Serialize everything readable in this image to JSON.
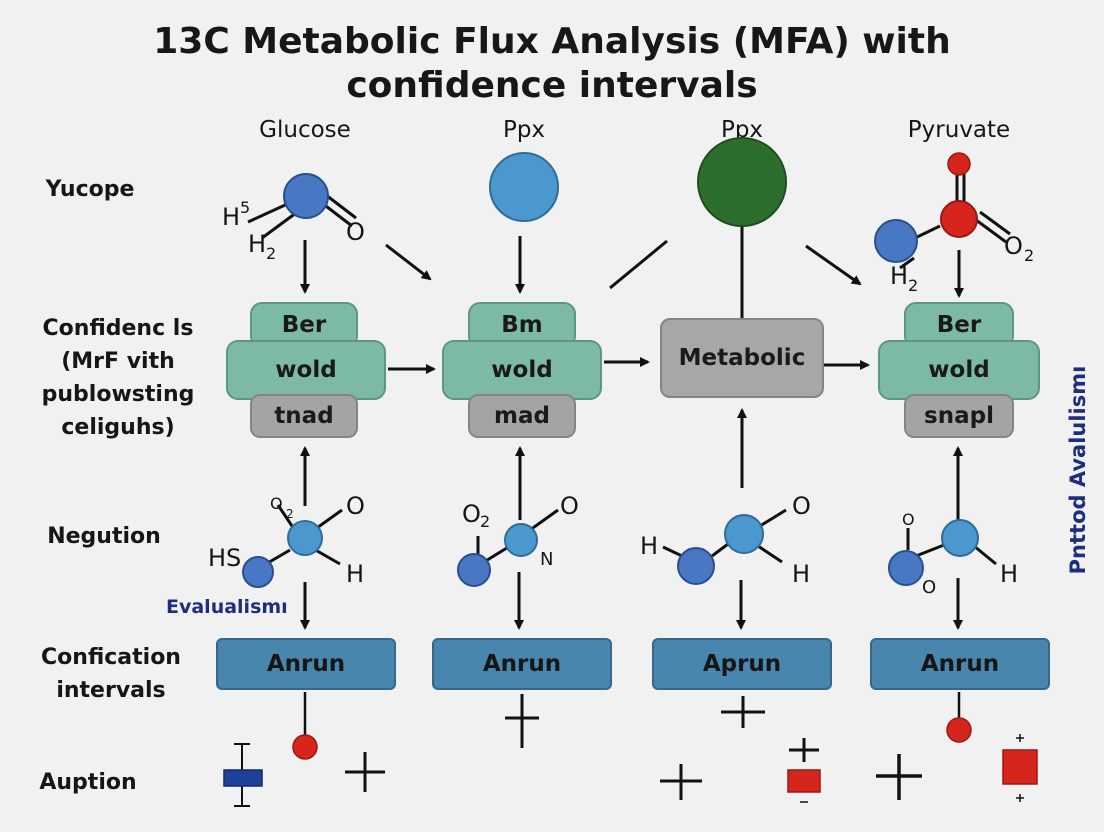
{
  "title": {
    "line1": "13C Metabolic Flux Analysis (MFA) with",
    "line2": "confidence intervals"
  },
  "columns": {
    "c1": "Glucose",
    "c2": "Ppx",
    "c3": "Ppx",
    "c4": "Pyruvate"
  },
  "rows": {
    "r1": "Yucope",
    "r2": "Confidenc ls\n(MrF vith\npublowsting\nceliguhs)",
    "r3": "Negution",
    "r4": "Confication\nintervals",
    "r5": "Auption"
  },
  "stacks": {
    "s1": {
      "top": "Ber",
      "mid": "wold",
      "bot": "tnad"
    },
    "s2": {
      "top": "Bm",
      "mid": "wold",
      "bot": "mad"
    },
    "s3": {
      "main": "Metabolic"
    },
    "s4": {
      "top": "Ber",
      "mid": "wold",
      "bot": "snapl"
    }
  },
  "blue_boxes": [
    "Anrun",
    "Anrun",
    "Aprun",
    "Anrun"
  ],
  "atoms": {
    "g_h5": "H",
    "g_h5_sup": "5",
    "g_h2": "H",
    "g_h2_sub": "2",
    "g_o": "O",
    "p_o": "O",
    "p_o2": "O",
    "p_o2_sub": "2",
    "p_h2": "H",
    "p_h2_sub": "2",
    "n1_o2": "O",
    "n1_o2_sup": "2",
    "n1_o": "O",
    "n1_hs": "HS",
    "n1_h": "H",
    "n2_o2": "O",
    "n2_o2_sub": "2",
    "n2_o": "O",
    "n2_n": "N",
    "n3_h1": "H",
    "n3_o": "O",
    "n3_h2": "H",
    "n4_o_top": "O",
    "n4_o_bot": "O",
    "n4_h": "H"
  },
  "side_labels": {
    "evaluation": "Evalualismı",
    "vertical": "Pnttod Avalulismı"
  },
  "colors": {
    "teal": "#7dbaa6",
    "grey": "#a4a4a4",
    "blue": "#4986ad",
    "atom_blue": "#4877c4",
    "atom_light": "#4b98cf",
    "atom_green": "#2b6e2e",
    "atom_red": "#d6251d",
    "navy": "#1d2f7c"
  }
}
